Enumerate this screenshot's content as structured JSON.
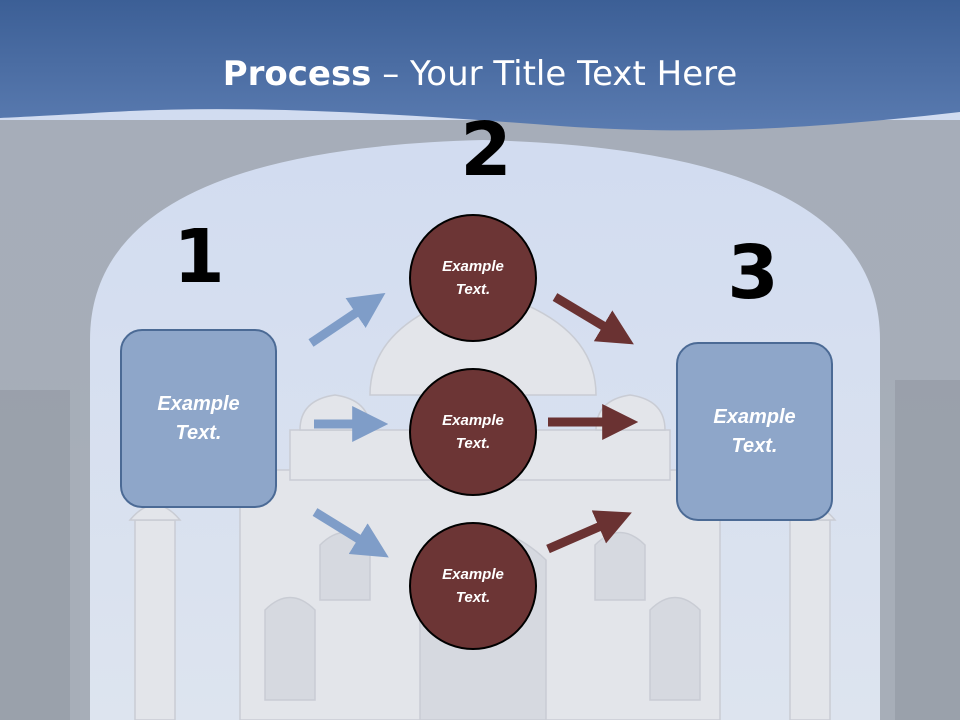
{
  "title": {
    "bold": "Process",
    "rest": " – Your Title Text Here"
  },
  "steps": [
    {
      "number": "1",
      "text": "Example\nText."
    },
    {
      "number": "2",
      "text": "Example\nText."
    },
    {
      "number": "3",
      "text": "Example\nText."
    }
  ],
  "middle": [
    {
      "text": "Example\nText."
    },
    {
      "text": "Example\nText."
    },
    {
      "text": "Example\nText."
    }
  ],
  "colors": {
    "header_blue": "#4f71a3",
    "box_fill": "#8ea6c9",
    "box_border": "#4b6a95",
    "circle_fill": "#6c3535",
    "arrow_blue": "#7f9dc8",
    "arrow_red": "#6a3232"
  }
}
